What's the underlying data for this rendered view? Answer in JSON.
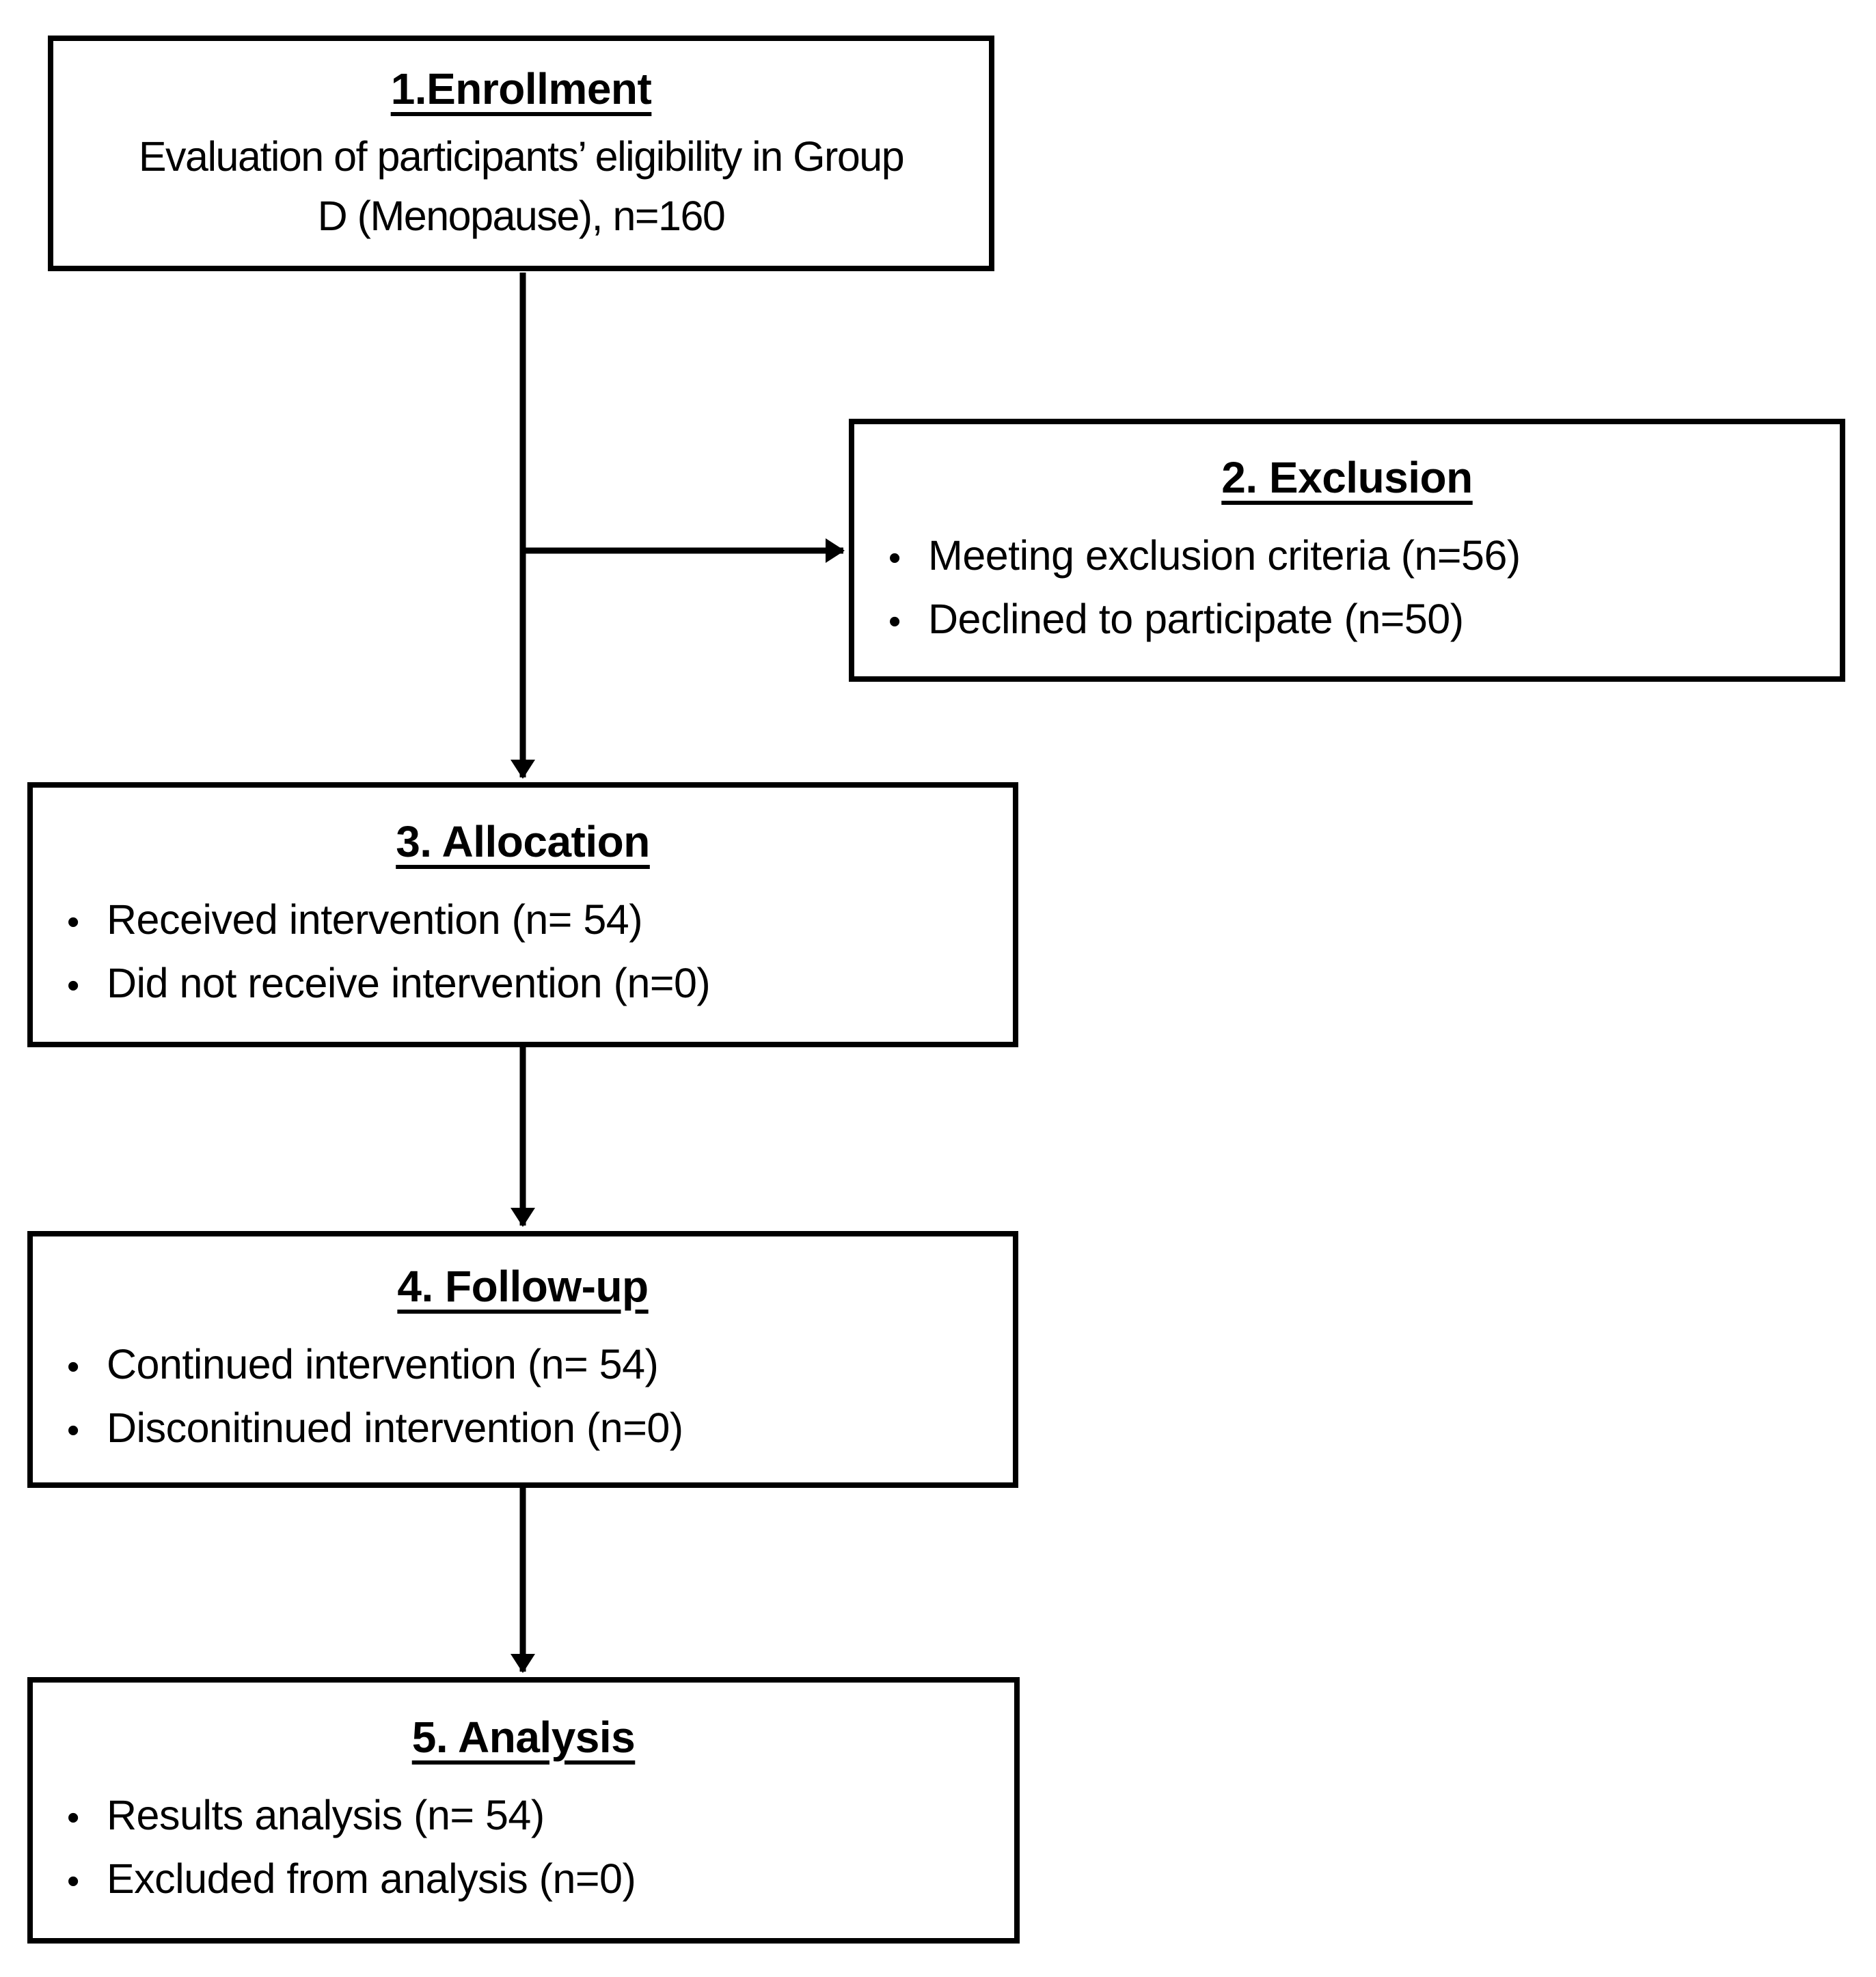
{
  "diagram": {
    "type": "flowchart",
    "bullet_glyph": "•",
    "colors": {
      "background": "#ffffff",
      "box_fill": "#ffffff",
      "border": "#000000",
      "text": "#000000",
      "arrow": "#000000"
    },
    "boxes": [
      {
        "id": "enrollment",
        "title": "1.Enrollment",
        "body_lines": [
          "Evaluation of participants’ eligibility in Group",
          "D (Menopause), n=160"
        ]
      },
      {
        "id": "exclusion",
        "title": "2. Exclusion",
        "bullets": [
          "Meeting exclusion criteria (n=56)",
          "Declined to participate (n=50)"
        ]
      },
      {
        "id": "allocation",
        "title": "3. Allocation",
        "bullets": [
          "Received intervention (n= 54)",
          "Did not receive intervention (n=0)"
        ]
      },
      {
        "id": "followup",
        "title": "4. Follow-up",
        "bullets": [
          "Continued intervention (n= 54)",
          "Disconitinued intervention (n=0)"
        ]
      },
      {
        "id": "analysis",
        "title": "5. Analysis",
        "bullets": [
          "Results analysis (n= 54)",
          "Excluded from analysis (n=0)"
        ]
      }
    ]
  }
}
